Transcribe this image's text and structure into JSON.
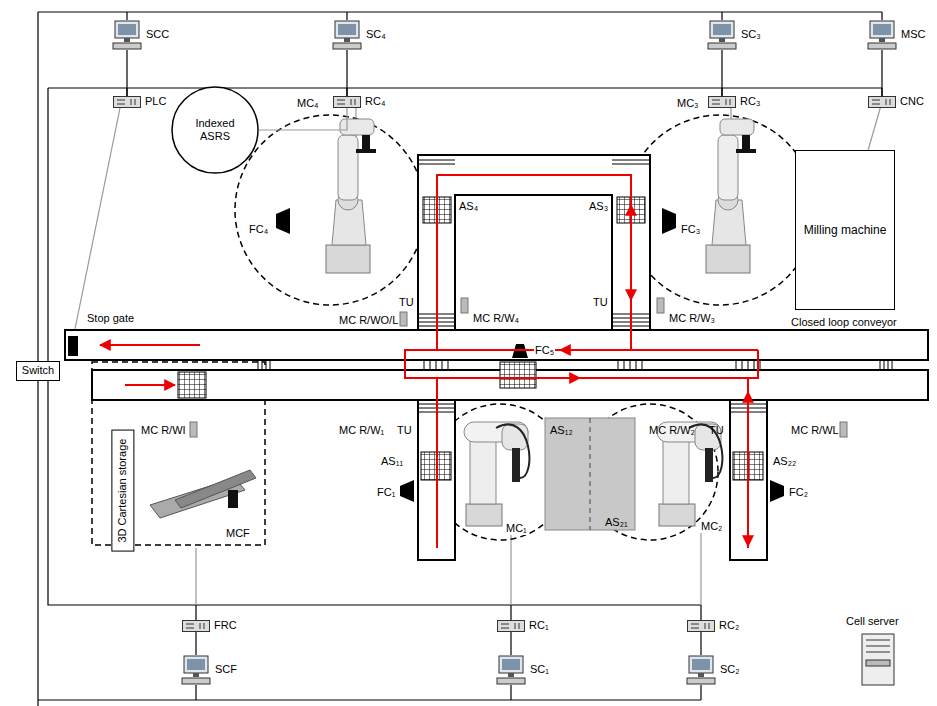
{
  "diagram": {
    "nodes": [
      {
        "text": [
          "SCC"
        ]
      },
      {
        "text": [
          "SC₄"
        ]
      },
      {
        "text": [
          "SC₃"
        ]
      },
      {
        "text": [
          "MSC"
        ]
      },
      {
        "text": [
          "PLC"
        ]
      },
      {
        "text": [
          "RC₄"
        ]
      },
      {
        "text": [
          "RC₃"
        ]
      },
      {
        "text": [
          "CNC"
        ]
      },
      {
        "text": [
          "Indexed ASRS"
        ]
      },
      {
        "text": [
          "Milling machine"
        ]
      },
      {
        "text": [
          "Switch"
        ]
      },
      {
        "text": [
          "3D Cartesian storage"
        ]
      },
      {
        "text": [
          "FRC"
        ]
      },
      {
        "text": [
          "RC₁"
        ]
      },
      {
        "text": [
          "RC₂"
        ]
      },
      {
        "text": [
          "Cell server"
        ]
      },
      {
        "text": [
          "SCF"
        ]
      },
      {
        "text": [
          "SC₁"
        ]
      },
      {
        "text": [
          "SC₂"
        ]
      }
    ],
    "edges": [
      {
        "from": 0,
        "to": 4,
        "arrow": "none"
      },
      {
        "from": 1,
        "to": 5,
        "arrow": "none"
      },
      {
        "from": 2,
        "to": 6,
        "arrow": "none"
      },
      {
        "from": 3,
        "to": 7,
        "arrow": "none"
      },
      {
        "from": 5,
        "to": 8,
        "arrow": "none"
      },
      {
        "from": 7,
        "to": 9,
        "arrow": "none"
      },
      {
        "from": 12,
        "to": 16,
        "arrow": "none"
      },
      {
        "from": 13,
        "to": 17,
        "arrow": "none"
      },
      {
        "from": 14,
        "to": 18,
        "arrow": "none"
      }
    ],
    "labels": [
      "MC₄",
      "FC₄",
      "AS₄",
      "AS₃",
      "FC₃",
      "MC₃",
      "Stop gate",
      "MC R/WO/L",
      "TU",
      "MC R/W₄",
      "TU",
      "MC R/W₃",
      "Closed loop conveyor",
      "FC₅",
      "MC R/WI",
      "MC R/W₁",
      "TU",
      "AS₁₂",
      "MC R/W₂",
      "TU",
      "MC R/WL",
      "AS₁₁",
      "FC₁",
      "MC₁",
      "AS₂₁",
      "MC₂",
      "AS₂₂",
      "FC₂",
      "MCF"
    ]
  }
}
